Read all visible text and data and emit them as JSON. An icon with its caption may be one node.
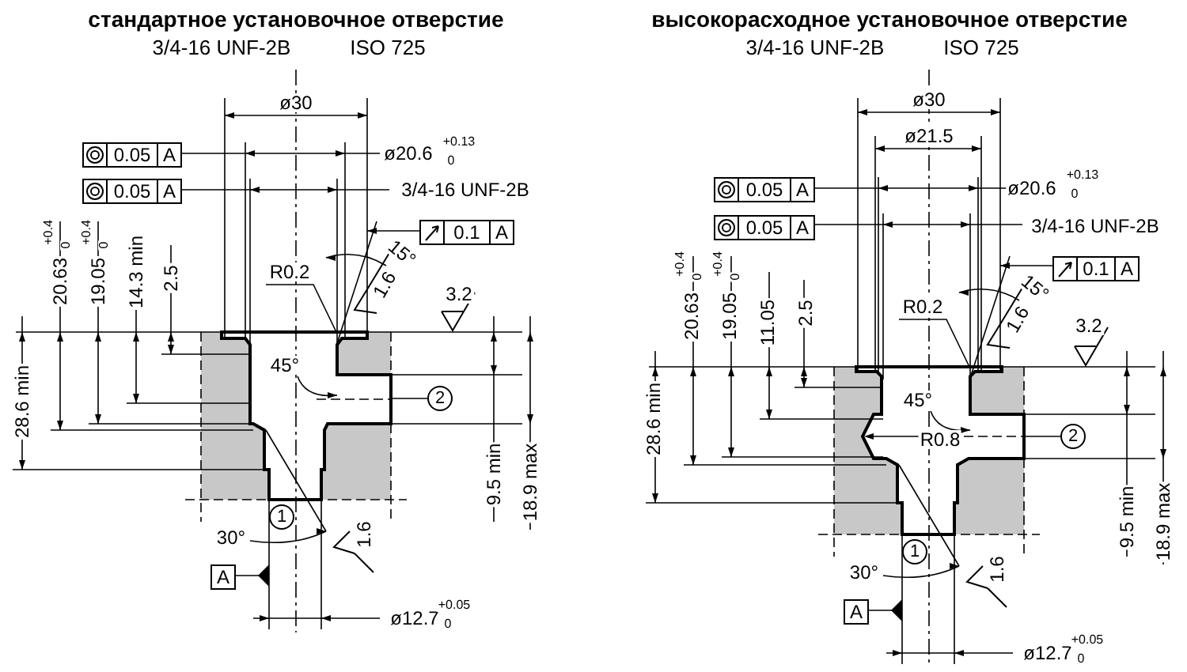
{
  "diagram": {
    "nodes": [
      {
        "text": [
          "2"
        ]
      },
      {
        "text": [
          "1"
        ]
      },
      {
        "text": [
          "2"
        ]
      },
      {
        "text": [
          "1"
        ]
      }
    ],
    "edges": [
      {
        "from": 0,
        "to": null,
        "arrow": "none"
      },
      {
        "from": 2,
        "to": null,
        "arrow": "none"
      }
    ],
    "labels": [
      "стандартное установочное отверстие",
      "3/4-16 UNF-2B",
      "ISO 725",
      "ø30",
      "0.05",
      "A",
      "ø20.6",
      "+0.13",
      "0",
      "0.05",
      "A",
      "3/4-16 UNF-2B",
      "0.1",
      "A",
      "20.63",
      "+0.4",
      "0",
      "19.05",
      "+0.4",
      "0",
      "14.3 min",
      "2.5",
      "R0.2",
      "15°",
      "1.6",
      "3.2",
      "45°",
      "28.6 min",
      "9.5 min",
      "18.9 max",
      "30°",
      "1.6",
      "A",
      "ø12.7",
      "+0.05",
      "0",
      "высокорасходное установочное отверстие",
      "3/4-16 UNF-2B",
      "ISO 725",
      "ø30",
      "ø21.5",
      "0.05",
      "A",
      "ø20.6",
      "+0.13",
      "0",
      "0.05",
      "A",
      "3/4-16 UNF-2B",
      "0.1",
      "A",
      "20.63",
      "+0.4",
      "0",
      "19.05",
      "+0.4",
      "0",
      "11.05",
      "2.5",
      "R0.2",
      "15°",
      "1.6",
      "3.2",
      "45°",
      "R0.8",
      "28.6 min",
      "9.5 min",
      "18.9 max",
      "30°",
      "1.6",
      "A",
      "ø12.7",
      "+0.05",
      "0"
    ]
  }
}
